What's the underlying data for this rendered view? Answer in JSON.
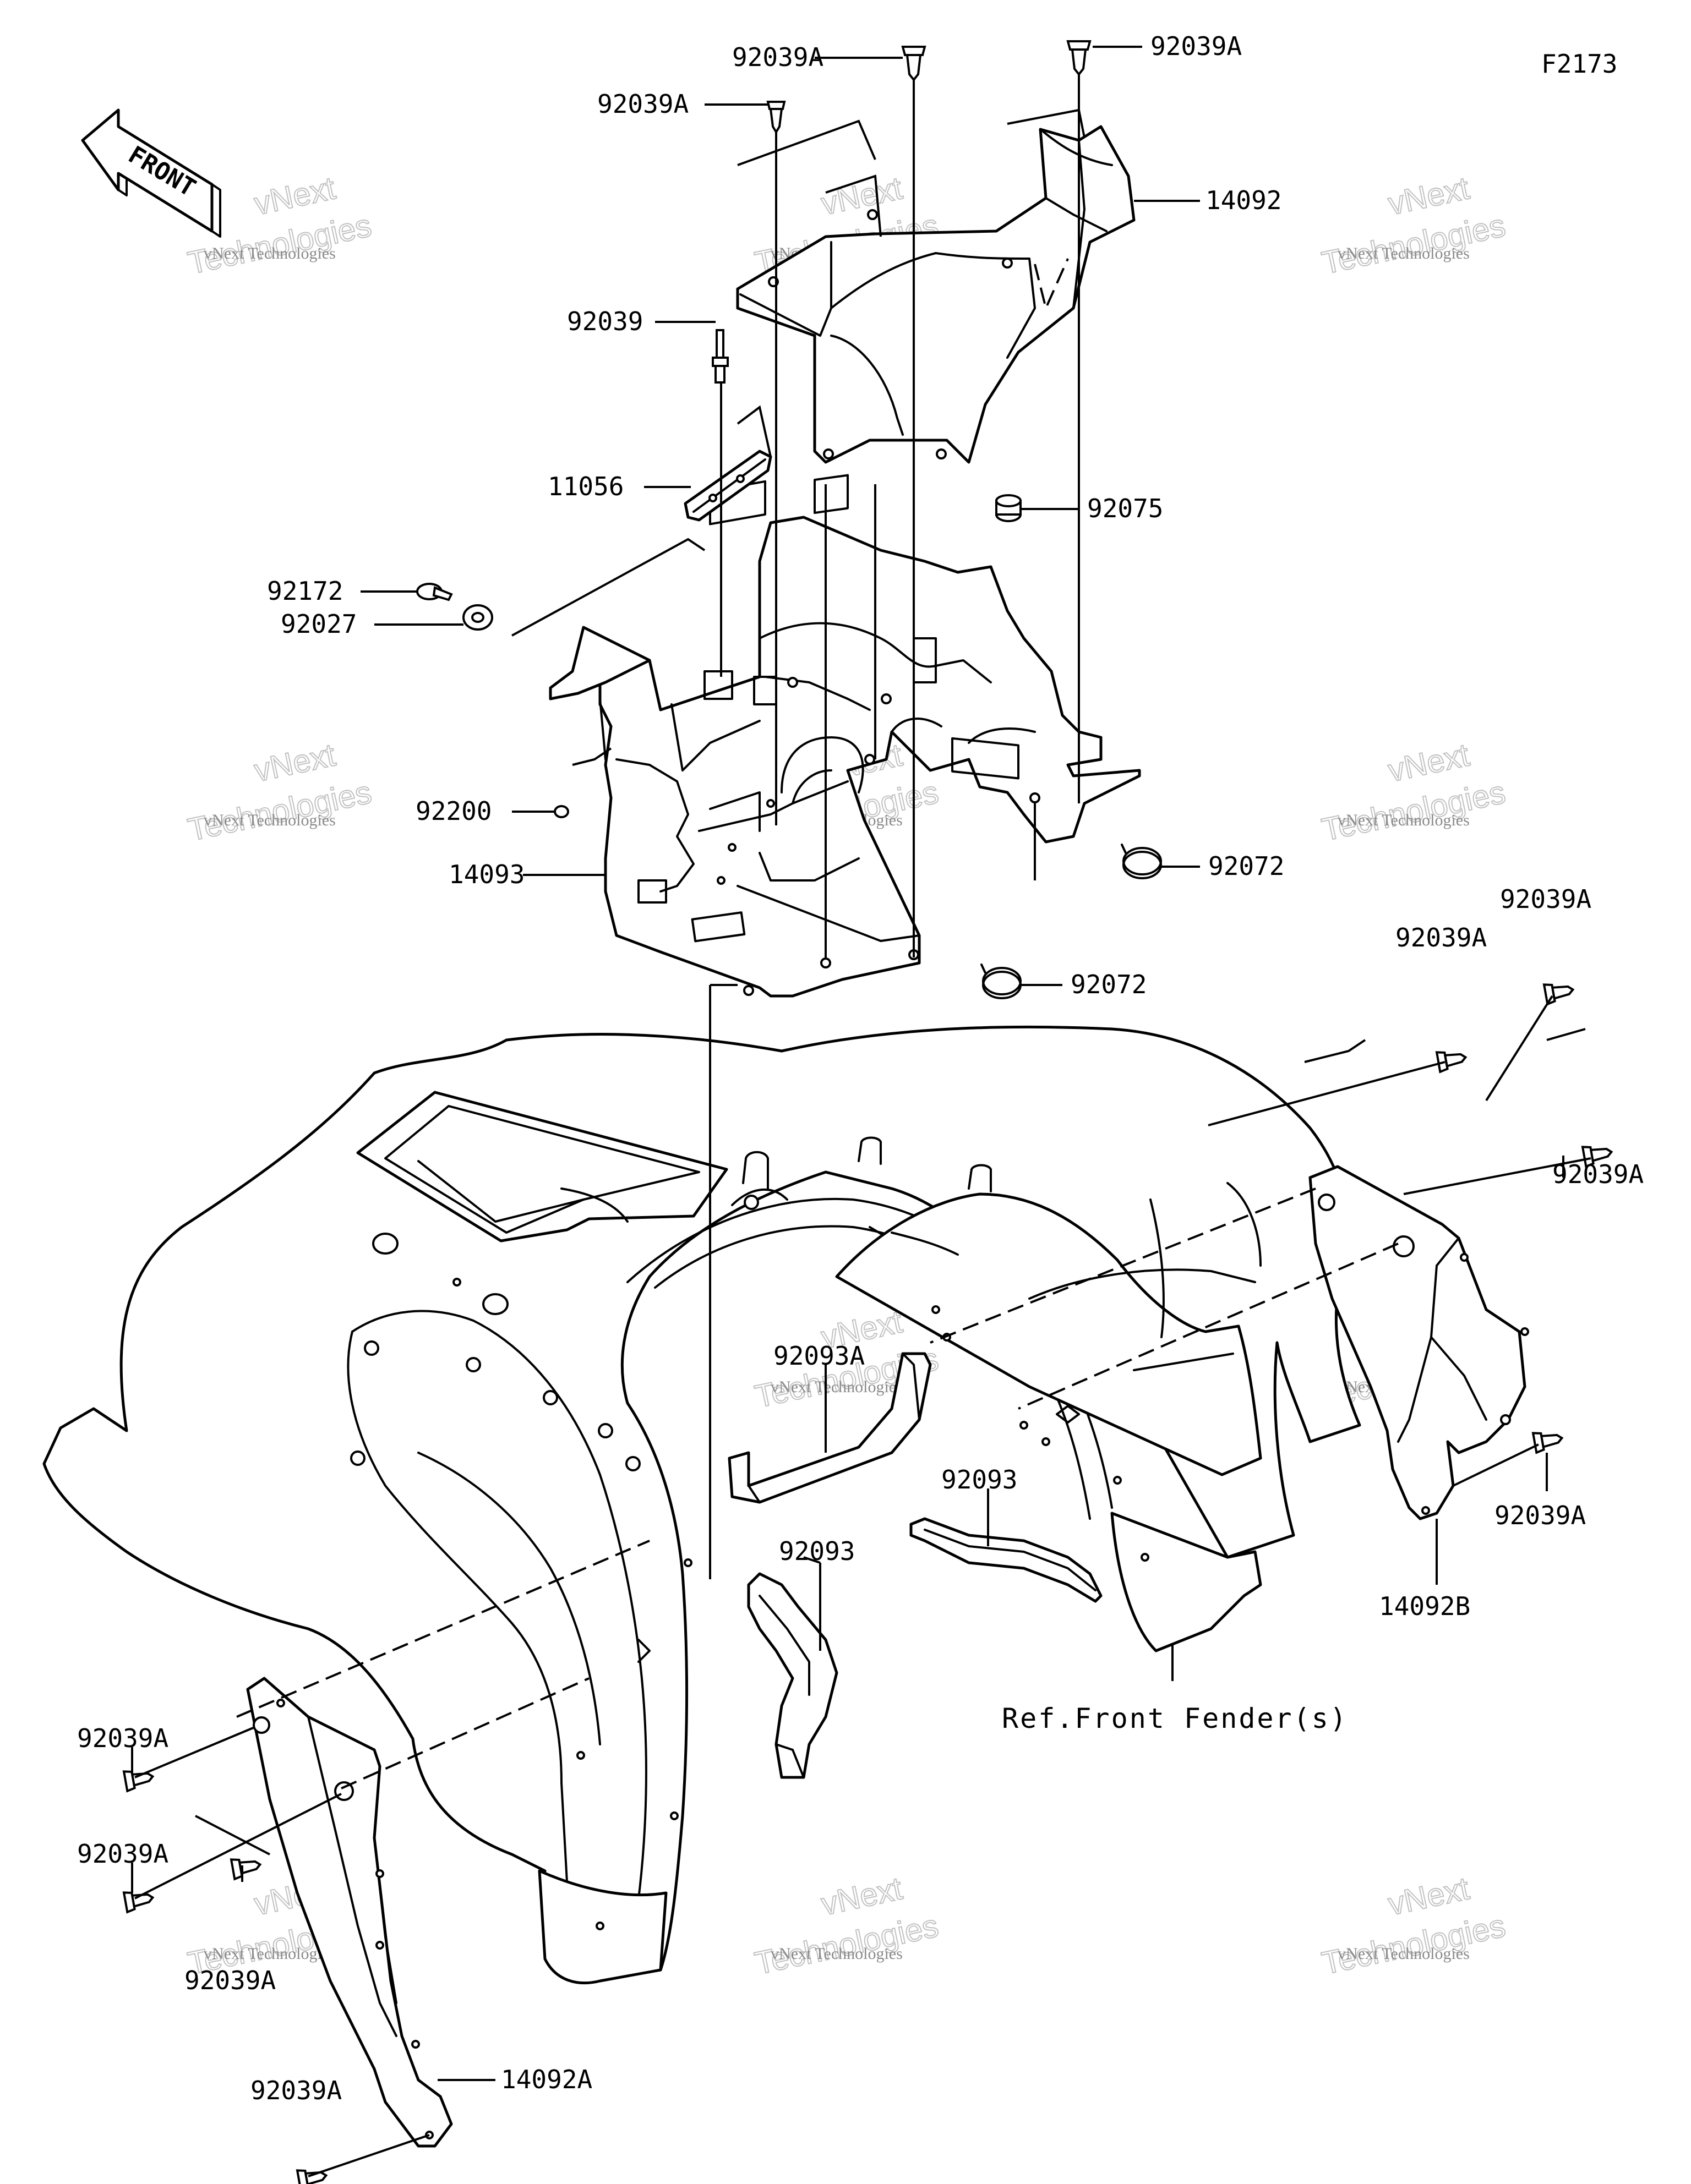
{
  "drawing_id": "F2173",
  "front_label": "FRONT",
  "reference_note": "Ref.Front Fender(s)",
  "watermark": {
    "brand_small": "vNext Technologies",
    "brand_line1": "vNext",
    "brand_line2": "Technologies"
  },
  "callouts": {
    "c_92039A_t1": "92039A",
    "c_92039A_t2": "92039A",
    "c_92039A_t3": "92039A",
    "c_14092": "14092",
    "c_92039": "92039",
    "c_11056": "11056",
    "c_92075": "92075",
    "c_92172": "92172",
    "c_92027": "92027",
    "c_92200": "92200",
    "c_14093": "14093",
    "c_92072_a": "92072",
    "c_92072_b": "92072",
    "c_92039A_r1": "92039A",
    "c_92039A_r2": "92039A",
    "c_92039A_r3": "92039A",
    "c_92039A_r4": "92039A",
    "c_14092B": "14092B",
    "c_92093A": "92093A",
    "c_92093_a": "92093",
    "c_92093_b": "92093",
    "c_92039A_l1": "92039A",
    "c_92039A_l2": "92039A",
    "c_92039A_l3": "92039A",
    "c_92039A_l4": "92039A",
    "c_14092A": "14092A"
  }
}
